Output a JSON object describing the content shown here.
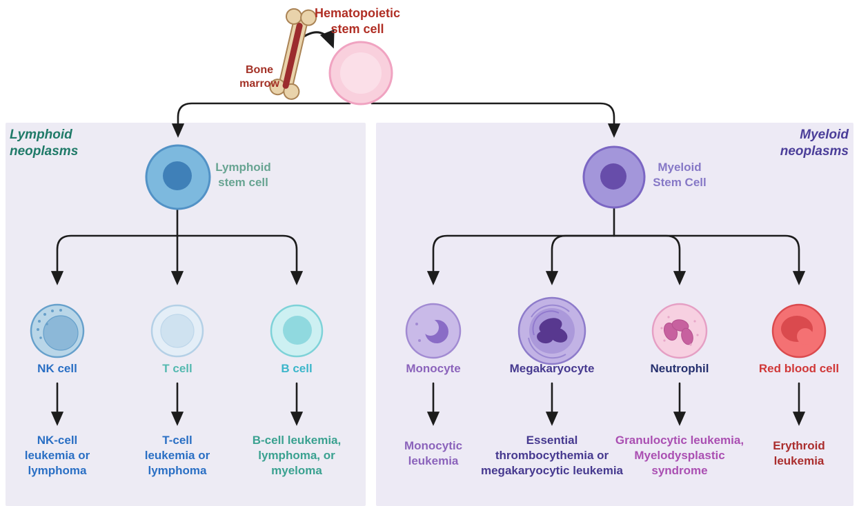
{
  "header": {
    "hsc_label": "Hematopoietic\nstem cell",
    "hsc_color": "#b02e24",
    "bone_marrow_label": "Bone\nmarrow",
    "bone_marrow_color": "#a33126"
  },
  "lymphoid": {
    "panel_title": "Lymphoid\nneoplasms",
    "panel_title_color": "#1f7a68",
    "panel_bg": "#edebf4",
    "stem_label": "Lymphoid\nstem cell",
    "stem_label_color": "#68a492",
    "cells": [
      {
        "name": "NK cell",
        "name_color": "#2a6fc4",
        "disease": "NK-cell\nleukemia or\nlymphoma",
        "disease_color": "#2a6fc4"
      },
      {
        "name": "T cell",
        "name_color": "#55b9b0",
        "disease": "T-cell\nleukemia or\nlymphoma",
        "disease_color": "#2a6fc4"
      },
      {
        "name": "B cell",
        "name_color": "#3cb6ca",
        "disease": "B-cell leukemia,\nlymphoma, or\nmyeloma",
        "disease_color": "#3aa190"
      }
    ]
  },
  "myeloid": {
    "panel_title": "Myeloid\nneoplasms",
    "panel_title_color": "#4b3e99",
    "panel_bg": "#edeaf5",
    "stem_label": "Myeloid\nStem Cell",
    "stem_label_color": "#8678c6",
    "cells": [
      {
        "name": "Monocyte",
        "name_color": "#8b63bb",
        "disease": "Monocytic\nleukemia",
        "disease_color": "#8b63bb"
      },
      {
        "name": "Megakaryocyte",
        "name_color": "#46398f",
        "disease": "Essential\nthrombocythemia or\nmegakaryocytic leukemia",
        "disease_color": "#46398f"
      },
      {
        "name": "Neutrophil",
        "name_color": "#25306e",
        "disease": "Granulocytic leukemia,\nMyelodysplastic\nsyndrome",
        "disease_color": "#aa4fb2"
      },
      {
        "name": "Red blood cell",
        "name_color": "#d03838",
        "disease": "Erythroid\nleukemia",
        "disease_color": "#aa2d2d"
      }
    ]
  },
  "colors": {
    "arrow": "#1c1c1c",
    "hsc_cell": "#f9d0dd",
    "lymphoid_stem_cell": "#7db9de",
    "myeloid_stem_cell": "#a396da",
    "nk_cell": "#b9d6e8",
    "t_cell": "#e4eef7",
    "b_cell": "#cdf0f2",
    "monocyte": "#c9bae8",
    "megakaryocyte": "#c2b3e5",
    "neutrophil": "#f7d0e1",
    "red_blood_cell": "#f47173",
    "bone": "#e9d3ab",
    "bone_marrow_core": "#9c2c2e"
  }
}
